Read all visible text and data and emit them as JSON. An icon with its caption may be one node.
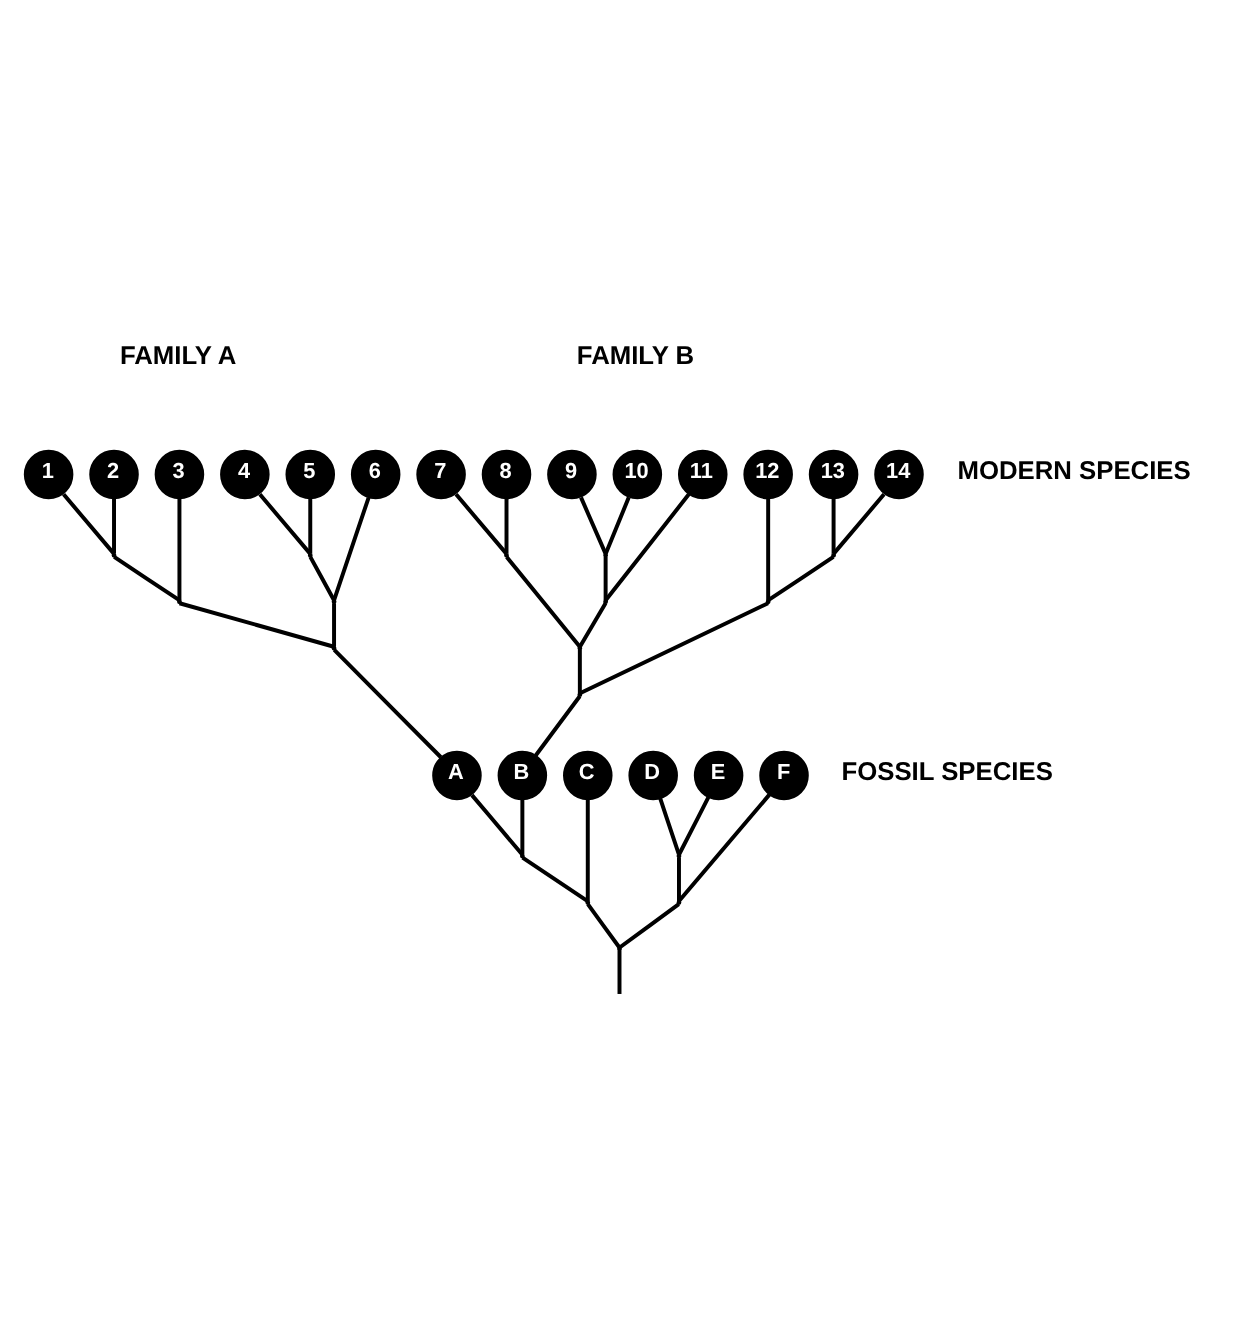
{
  "diagram": {
    "nodes": [
      {
        "text": [
          "1"
        ]
      },
      {
        "text": [
          "2"
        ]
      },
      {
        "text": [
          "3"
        ]
      },
      {
        "text": [
          "4"
        ]
      },
      {
        "text": [
          "5"
        ]
      },
      {
        "text": [
          "6"
        ]
      },
      {
        "text": [
          "7"
        ]
      },
      {
        "text": [
          "8"
        ]
      },
      {
        "text": [
          "9"
        ]
      },
      {
        "text": [
          "10"
        ]
      },
      {
        "text": [
          "11"
        ]
      },
      {
        "text": [
          "12"
        ]
      },
      {
        "text": [
          "13"
        ]
      },
      {
        "text": [
          "14"
        ]
      },
      {
        "text": [
          "A"
        ]
      },
      {
        "text": [
          "B"
        ]
      },
      {
        "text": [
          "C"
        ]
      },
      {
        "text": [
          "D"
        ]
      },
      {
        "text": [
          "E"
        ]
      },
      {
        "text": [
          "F"
        ]
      },
      {
        "text": [],
        "shape": "point"
      },
      {
        "text": [],
        "shape": "point"
      },
      {
        "text": [],
        "shape": "point"
      },
      {
        "text": [],
        "shape": "point"
      },
      {
        "text": [],
        "shape": "point"
      },
      {
        "text": [],
        "shape": "point"
      },
      {
        "text": [],
        "shape": "point"
      },
      {
        "text": [],
        "shape": "point"
      },
      {
        "text": [],
        "shape": "point"
      },
      {
        "text": [],
        "shape": "point"
      },
      {
        "text": [],
        "shape": "point"
      },
      {
        "text": [],
        "shape": "point"
      },
      {
        "text": [],
        "shape": "point"
      },
      {
        "text": [],
        "shape": "point"
      },
      {
        "text": [],
        "shape": "point"
      },
      {
        "text": [],
        "shape": "point"
      },
      {
        "text": [],
        "shape": "point"
      }
    ],
    "edges": [
      {
        "from": 20,
        "to": 0,
        "arrow": "none"
      },
      {
        "from": 20,
        "to": 1,
        "arrow": "none"
      },
      {
        "from": 21,
        "to": 20,
        "arrow": "none"
      },
      {
        "from": 21,
        "to": 2,
        "arrow": "none"
      },
      {
        "from": 22,
        "to": 3,
        "arrow": "none"
      },
      {
        "from": 22,
        "to": 4,
        "arrow": "none"
      },
      {
        "from": 23,
        "to": 22,
        "arrow": "none"
      },
      {
        "from": 23,
        "to": 5,
        "arrow": "none"
      },
      {
        "from": 24,
        "to": 21,
        "arrow": "none"
      },
      {
        "from": 24,
        "to": 23,
        "arrow": "none"
      },
      {
        "from": 14,
        "to": 24,
        "arrow": "none"
      },
      {
        "from": 25,
        "to": 6,
        "arrow": "none"
      },
      {
        "from": 25,
        "to": 7,
        "arrow": "none"
      },
      {
        "from": 26,
        "to": 8,
        "arrow": "none"
      },
      {
        "from": 26,
        "to": 9,
        "arrow": "none"
      },
      {
        "from": 27,
        "to": 26,
        "arrow": "none"
      },
      {
        "from": 27,
        "to": 10,
        "arrow": "none"
      },
      {
        "from": 28,
        "to": 25,
        "arrow": "none"
      },
      {
        "from": 28,
        "to": 27,
        "arrow": "none"
      },
      {
        "from": 29,
        "to": 12,
        "arrow": "none"
      },
      {
        "from": 29,
        "to": 13,
        "arrow": "none"
      },
      {
        "from": 30,
        "to": 11,
        "arrow": "none"
      },
      {
        "from": 30,
        "to": 29,
        "arrow": "none"
      },
      {
        "from": 31,
        "to": 28,
        "arrow": "none"
      },
      {
        "from": 31,
        "to": 30,
        "arrow": "none"
      },
      {
        "from": 15,
        "to": 31,
        "arrow": "none"
      },
      {
        "from": 32,
        "to": 14,
        "arrow": "none"
      },
      {
        "from": 32,
        "to": 15,
        "arrow": "none"
      },
      {
        "from": 33,
        "to": 32,
        "arrow": "none"
      },
      {
        "from": 33,
        "to": 16,
        "arrow": "none"
      },
      {
        "from": 34,
        "to": 17,
        "arrow": "none"
      },
      {
        "from": 34,
        "to": 18,
        "arrow": "none"
      },
      {
        "from": 35,
        "to": 34,
        "arrow": "none"
      },
      {
        "from": 35,
        "to": 19,
        "arrow": "none"
      },
      {
        "from": 36,
        "to": 33,
        "arrow": "none"
      },
      {
        "from": 36,
        "to": 35,
        "arrow": "none"
      },
      {
        "from": null,
        "to": 36,
        "arrow": "none"
      }
    ],
    "labels": [
      "FAMILY A",
      "FAMILY B",
      "MODERN SPECIES",
      "FOSSIL SPECIES"
    ]
  }
}
